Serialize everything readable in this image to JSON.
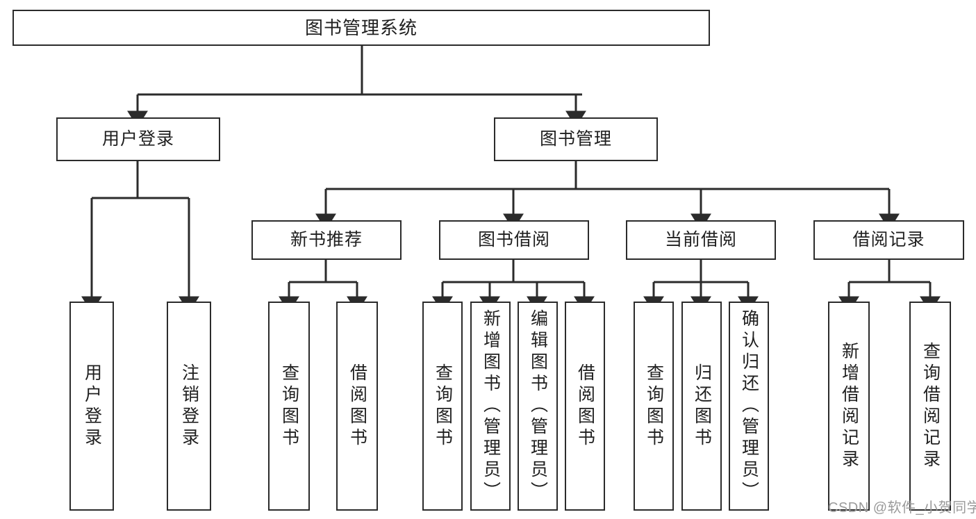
{
  "diagram": {
    "title": "图书管理系统",
    "type": "tree",
    "watermark": "CSDN @软件_小贺同学",
    "colors": {
      "box_border": "#2b2b2b",
      "box_fill": "#ffffff",
      "connector": "#2b2b2b",
      "text": "#1f1f1f",
      "watermark": "#9a9a9a",
      "background": "#ffffff"
    },
    "levels": {
      "root": "图书管理系统",
      "level2": [
        "用户登录",
        "图书管理"
      ],
      "level3": [
        "新书推荐",
        "图书借阅",
        "当前借阅",
        "借阅记录"
      ]
    },
    "nodes": {
      "root": {
        "label": "图书管理系统"
      },
      "user_login": {
        "label": "用户登录"
      },
      "book_manage": {
        "label": "图书管理"
      },
      "new_book_rec": {
        "label": "新书推荐"
      },
      "book_borrow": {
        "label": "图书借阅"
      },
      "current_borrow": {
        "label": "当前借阅"
      },
      "borrow_record": {
        "label": "借阅记录"
      },
      "leaf_user_login": {
        "label": "用户登录"
      },
      "leaf_logout": {
        "label": "注销登录"
      },
      "leaf_query_book_1": {
        "label": "查询图书"
      },
      "leaf_borrow_book_1": {
        "label": "借阅图书"
      },
      "leaf_query_book_2": {
        "label": "查询图书"
      },
      "leaf_add_book": {
        "label": "新增图书（管理员）"
      },
      "leaf_edit_book": {
        "label": "编辑图书（管理员）"
      },
      "leaf_borrow_book_2": {
        "label": "借阅图书"
      },
      "leaf_query_book_3": {
        "label": "查询图书"
      },
      "leaf_return_book": {
        "label": "归还图书"
      },
      "leaf_confirm_return": {
        "label": "确认归还（管理员）"
      },
      "leaf_add_record": {
        "label": "新增借阅记录"
      },
      "leaf_query_record": {
        "label": "查询借阅记录"
      }
    },
    "edges": [
      {
        "from": "图书管理系统",
        "to": "用户登录"
      },
      {
        "from": "图书管理系统",
        "to": "图书管理"
      },
      {
        "from": "用户登录",
        "to": "用户登录"
      },
      {
        "from": "用户登录",
        "to": "注销登录"
      },
      {
        "from": "图书管理",
        "to": "新书推荐"
      },
      {
        "from": "图书管理",
        "to": "图书借阅"
      },
      {
        "from": "图书管理",
        "to": "当前借阅"
      },
      {
        "from": "图书管理",
        "to": "借阅记录"
      },
      {
        "from": "新书推荐",
        "to": "查询图书"
      },
      {
        "from": "新书推荐",
        "to": "借阅图书"
      },
      {
        "from": "图书借阅",
        "to": "查询图书"
      },
      {
        "from": "图书借阅",
        "to": "新增图书（管理员）"
      },
      {
        "from": "图书借阅",
        "to": "编辑图书（管理员）"
      },
      {
        "from": "图书借阅",
        "to": "借阅图书"
      },
      {
        "from": "当前借阅",
        "to": "查询图书"
      },
      {
        "from": "当前借阅",
        "to": "归还图书"
      },
      {
        "from": "当前借阅",
        "to": "确认归还（管理员）"
      },
      {
        "from": "借阅记录",
        "to": "新增借阅记录"
      },
      {
        "from": "借阅记录",
        "to": "查询借阅记录"
      }
    ]
  }
}
